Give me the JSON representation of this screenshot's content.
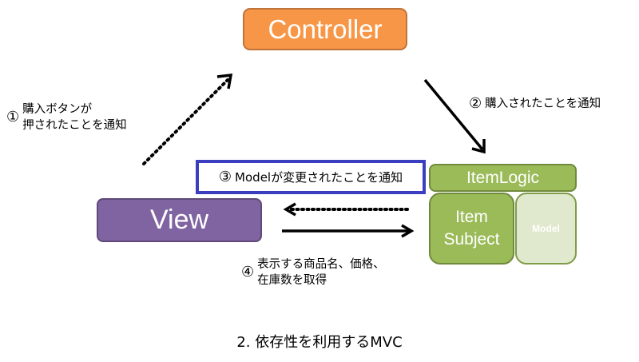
{
  "diagram": {
    "nodes": {
      "controller": "Controller",
      "view": "View",
      "item_logic": "ItemLogic",
      "item_subject_line1": "Item",
      "item_subject_line2": "Subject",
      "model": "Model"
    },
    "steps": [
      {
        "number": "①",
        "lines": [
          "購入ボタンが",
          "押されたことを通知"
        ]
      },
      {
        "number": "②",
        "lines": [
          "購入されたことを通知"
        ]
      },
      {
        "number": "③",
        "lines": [
          "Modelが変更されたことを通知"
        ]
      },
      {
        "number": "④",
        "lines": [
          "表示する商品名、価格、",
          "在庫数を取得"
        ]
      }
    ],
    "caption": "2. 依存性を利用するMVC",
    "colors": {
      "controller": "#f79646",
      "view": "#8064a2",
      "item": "#9bbb59",
      "model": "#e0e9cd",
      "highlight_border": "#3b3fbf"
    }
  }
}
